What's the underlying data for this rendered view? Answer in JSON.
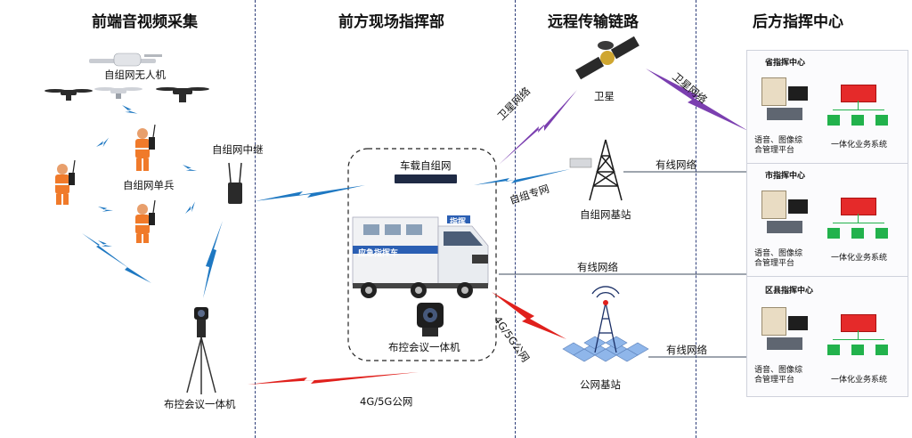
{
  "columns": {
    "front_av": "前端音视频采集",
    "front_cmd": "前方现场指挥部",
    "remote": "远程传输链路",
    "back": "后方指挥中心"
  },
  "labels": {
    "drone": "自组网无人机",
    "soldier": "自组网单兵",
    "relay": "自组网中继",
    "tripod": "布控会议一体机",
    "vehicle_net": "车载自组网",
    "vehicle_side": "应急指挥车",
    "vehicle_roof": "指挥",
    "vehicle_conf": "布控会议一体机",
    "satellite": "卫星",
    "mesh_base": "自组网基站",
    "public_base": "公网基站",
    "link_sat_left": "卫星网络",
    "link_sat_right": "卫星网络",
    "link_mesh": "自组专网",
    "link_wired_top": "有线网络",
    "link_wired_mid": "有线网络",
    "link_wired_bottom": "有线网络",
    "link_4g_diag": "4G/5G公网",
    "link_4g_bottom": "4G/5G公网"
  },
  "centers": [
    {
      "title": "省指挥中心",
      "left": "语音、图像综合管理平台",
      "right": "一体化业务系统"
    },
    {
      "title": "市指挥中心",
      "left": "语音、图像综合管理平台",
      "right": "一体化业务系统"
    },
    {
      "title": "区县指挥中心",
      "left": "语音、图像综合管理平台",
      "right": "一体化业务系统"
    }
  ],
  "colors": {
    "mesh_link": "#1e78c2",
    "satellite_link": "#7b3fb0",
    "public_link": "#e0201c",
    "wired_line": "#3c4b5e",
    "divider": "#2f3f7a",
    "service_red": "#e52a2a",
    "service_green": "#22b24c"
  }
}
